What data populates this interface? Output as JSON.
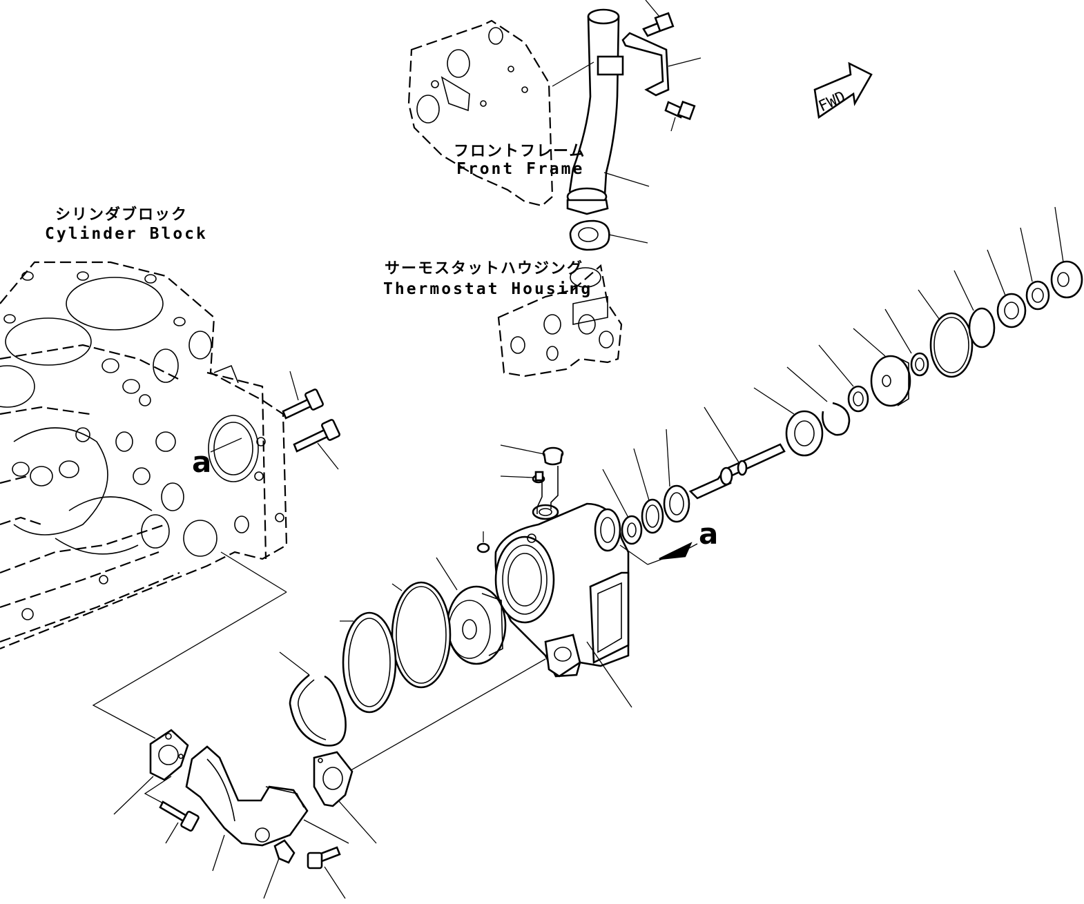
{
  "labels": {
    "front_frame": {
      "jp": "フロントフレーム",
      "en": "Front Frame"
    },
    "cylinder_block": {
      "jp": "シリンダブロック",
      "en": "Cylinder Block"
    },
    "thermostat_housing": {
      "jp": "サーモスタットハウジング",
      "en": "Thermostat Housing"
    }
  },
  "reference_marks": {
    "left": "a",
    "right": "a"
  },
  "direction_badge": "FWD"
}
